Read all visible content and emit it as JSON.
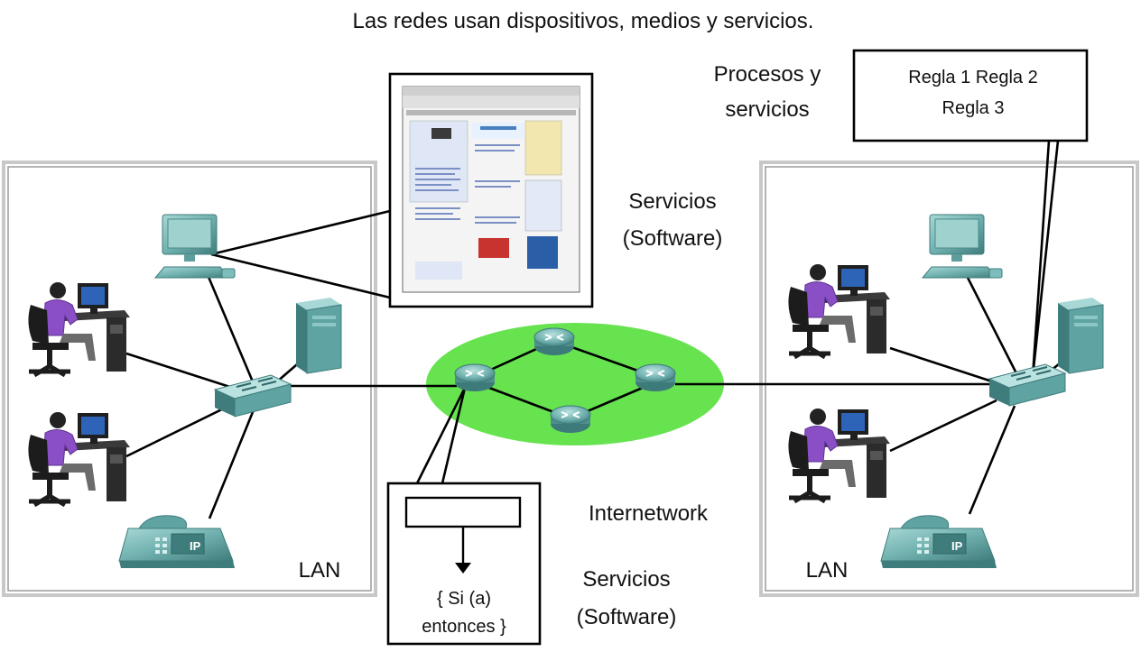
{
  "title": "Las redes usan dispositivos, medios y servicios.",
  "labels": {
    "procesos_line1": "Procesos y",
    "procesos_line2": "servicios",
    "servicios_top_line1": "Servicios",
    "servicios_top_line2": "(Software)",
    "internetwork": "Internetwork",
    "servicios_bottom_line1": "Servicios",
    "servicios_bottom_line2": "(Software)",
    "lan_left": "LAN",
    "lan_right": "LAN"
  },
  "rules_box": {
    "line1": "Regla 1 Regla 2",
    "line2": "Regla 3"
  },
  "code_box": {
    "line1": "{ Si (a)",
    "line2": "entonces }"
  },
  "ip_phone_label": "IP",
  "colors": {
    "cloud": "#66e34f",
    "device": "#5fa3a3",
    "device_light": "#8cc7c5",
    "device_dark": "#3f7c7c",
    "person_shirt": "#8a4fc4"
  }
}
